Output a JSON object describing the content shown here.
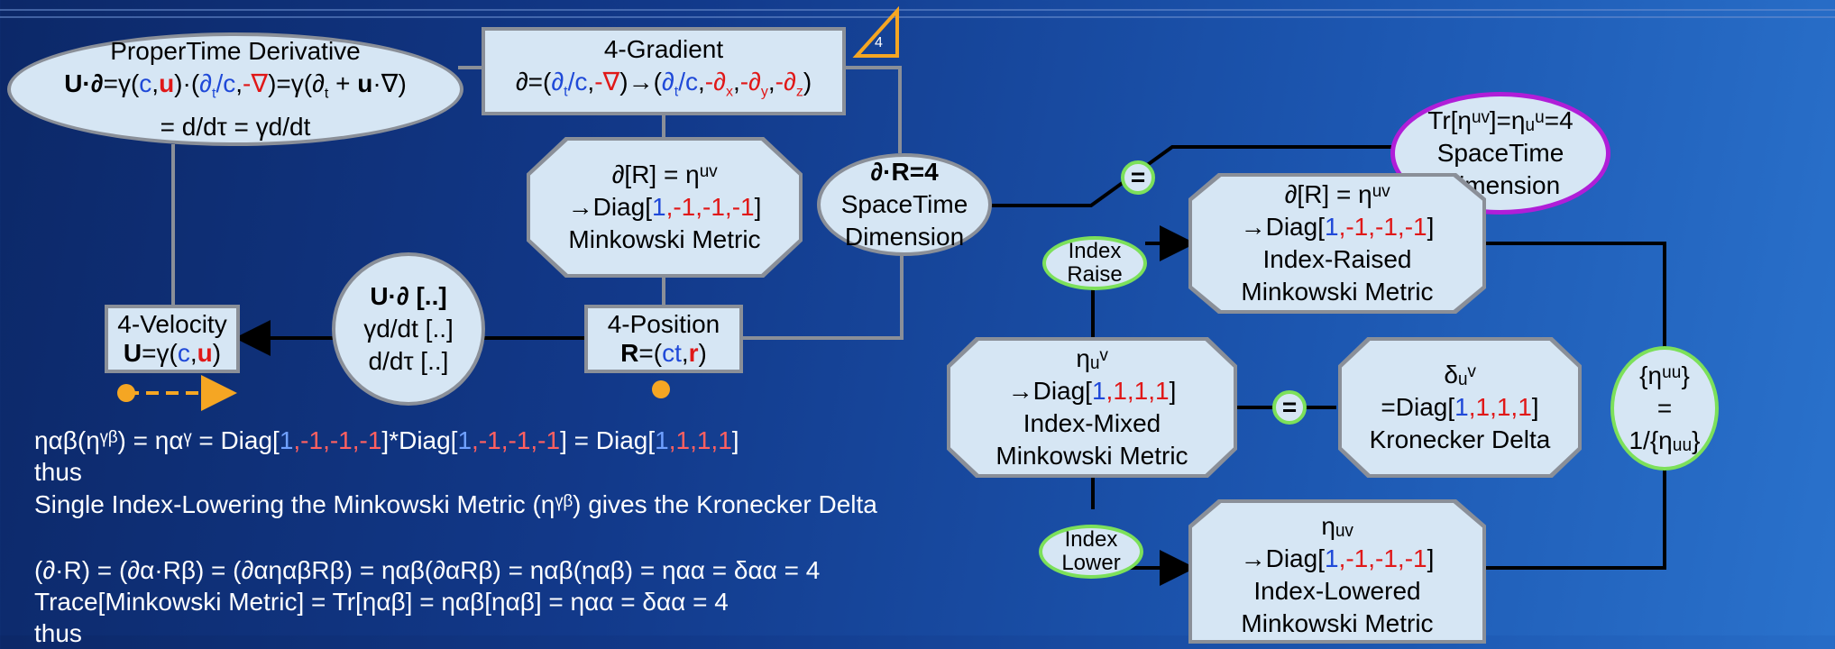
{
  "proper_time": {
    "line1": "ProperTime Derivative",
    "line2_a": "U·∂=γ(",
    "line2_c": "c",
    "line2_comma": ",",
    "line2_u": "u",
    "line2_b": ")·(",
    "line2_dt": "∂",
    "line2_t": "t",
    "line2_overc": "/c,",
    "line2_grad": "-∇",
    "line2_d": ")=γ(∂",
    "line2_t2": "t",
    "line2_e": " + ",
    "line2_ub": "u",
    "line2_f": "·∇)",
    "line3": "= d/dτ = γd/dt"
  },
  "gradient": {
    "line1": "4-Gradient",
    "line2": "∂=(∂ₜ/c,-∇)→(∂ₜ/c,-∂ₓ,-∂ᵧ,-∂z)"
  },
  "triangle_num": "4",
  "metric": {
    "line1": "∂[R] = ηᵘᵛ",
    "line2_pre": "→Diag[",
    "d1": "1",
    "drest": ",-1,-1,-1",
    "line2_post": "]",
    "line3": "Minkowski Metric"
  },
  "divergence": {
    "line1": "∂·R=4",
    "line2": "SpaceTime",
    "line3": "Dimension"
  },
  "ud": {
    "line1": "U·∂ [..]",
    "line2": "γd/dt [..]",
    "line3": "d/dτ [..]"
  },
  "velocity": {
    "line1": "4-Velocity",
    "line2_a": "U=γ(",
    "c": "c",
    "comma": ",",
    "u": "u",
    "close": ")"
  },
  "position": {
    "line1": "4-Position",
    "line2_a": "R=(",
    "ct": "ct",
    "comma": ",",
    "r": "r",
    "close": ")"
  },
  "trace": {
    "line1": "Tr[ηᵘᵛ]=ηᵤᵘ=4",
    "line2": "SpaceTime",
    "line3": "Dimension"
  },
  "raised": {
    "line1": "∂[R] = ηᵘᵛ",
    "line2_pre": "→Diag[",
    "d1": "1",
    "drest": ",-1,-1,-1",
    "line2_post": "]",
    "line3": "Index-Raised",
    "line4": "Minkowski Metric"
  },
  "mixed": {
    "line1": "ηᵤᵛ",
    "line2_pre": "→Diag[",
    "d1": "1",
    "drest": ",1,1,1",
    "line2_post": "]",
    "line3": "Index-Mixed",
    "line4": "Minkowski Metric"
  },
  "kronecker": {
    "line1": "δᵤᵛ",
    "line2_pre": "=Diag[",
    "d1": "1",
    "drest": ",1,1,1",
    "line2_post": "]",
    "line3": "Kronecker Delta"
  },
  "lowered": {
    "line1": "ηᵤᵥ",
    "line2_pre": "→Diag[",
    "d1": "1",
    "drest": ",-1,-1,-1",
    "line2_post": "]",
    "line3": "Index-Lowered",
    "line4": "Minkowski Metric"
  },
  "inverse": {
    "line1": "{ηᵘᵘ}",
    "line2": "=",
    "line3": "1/{ηᵤᵤ}"
  },
  "labels": {
    "index_raise_1": "Index",
    "index_raise_2": "Raise",
    "index_lower_1": "Index",
    "index_lower_2": "Lower",
    "equals": "="
  },
  "text": {
    "eq1_a": "ηαβ(ηᵞᵝ) = ηαᵞ = Diag[",
    "eq1_1a": "1",
    "eq1_r1": ",-1,-1,-1",
    "eq1_b": "]*Diag[",
    "eq1_1b": "1",
    "eq1_r2": ",-1,-1,-1",
    "eq1_c": "] = Diag[",
    "eq1_1c": "1",
    "eq1_r3": ",1,1,1",
    "eq1_d": "]",
    "thus1": "thus",
    "single": "Single Index-Lowering the Minkowski Metric (ηᵞᵝ) gives the Kronecker Delta",
    "eq2": "(∂·R) = (∂α·Rβ) = (∂αηαβRβ) = ηαβ(∂αRβ) = ηαβ(ηαβ) = ηαα = δαα = 4",
    "eq3": "Trace[Minkowski Metric] = Tr[ηαβ] = ηαβ[ηαβ] = ηαα = δαα = 4",
    "thus2": "thus"
  },
  "colors": {
    "node_fill": "#d6e6f4",
    "node_border": "#8a8f98",
    "green": "#7ce05a",
    "purple": "#b01ed8",
    "orange": "#f5a623",
    "blue": "#1f49d8",
    "red": "#e01818"
  }
}
